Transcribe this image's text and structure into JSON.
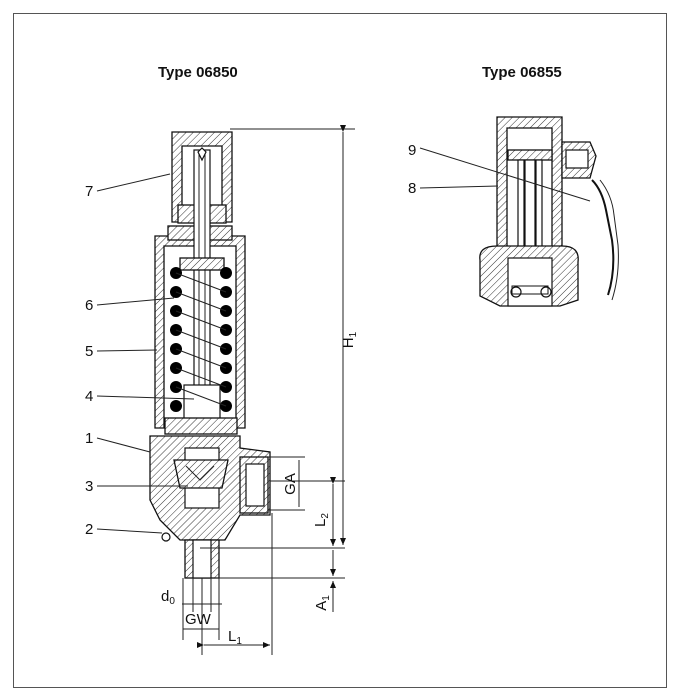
{
  "titles": {
    "left": "Type 06850",
    "right": "Type 06855"
  },
  "part_numbers": [
    "1",
    "2",
    "3",
    "4",
    "5",
    "6",
    "7",
    "8",
    "9"
  ],
  "dimensions": {
    "h1": "H1",
    "l2": "L2",
    "ga": "GA",
    "a1": "A1",
    "d0": "d0",
    "gw": "GW",
    "l1": "L1"
  }
}
